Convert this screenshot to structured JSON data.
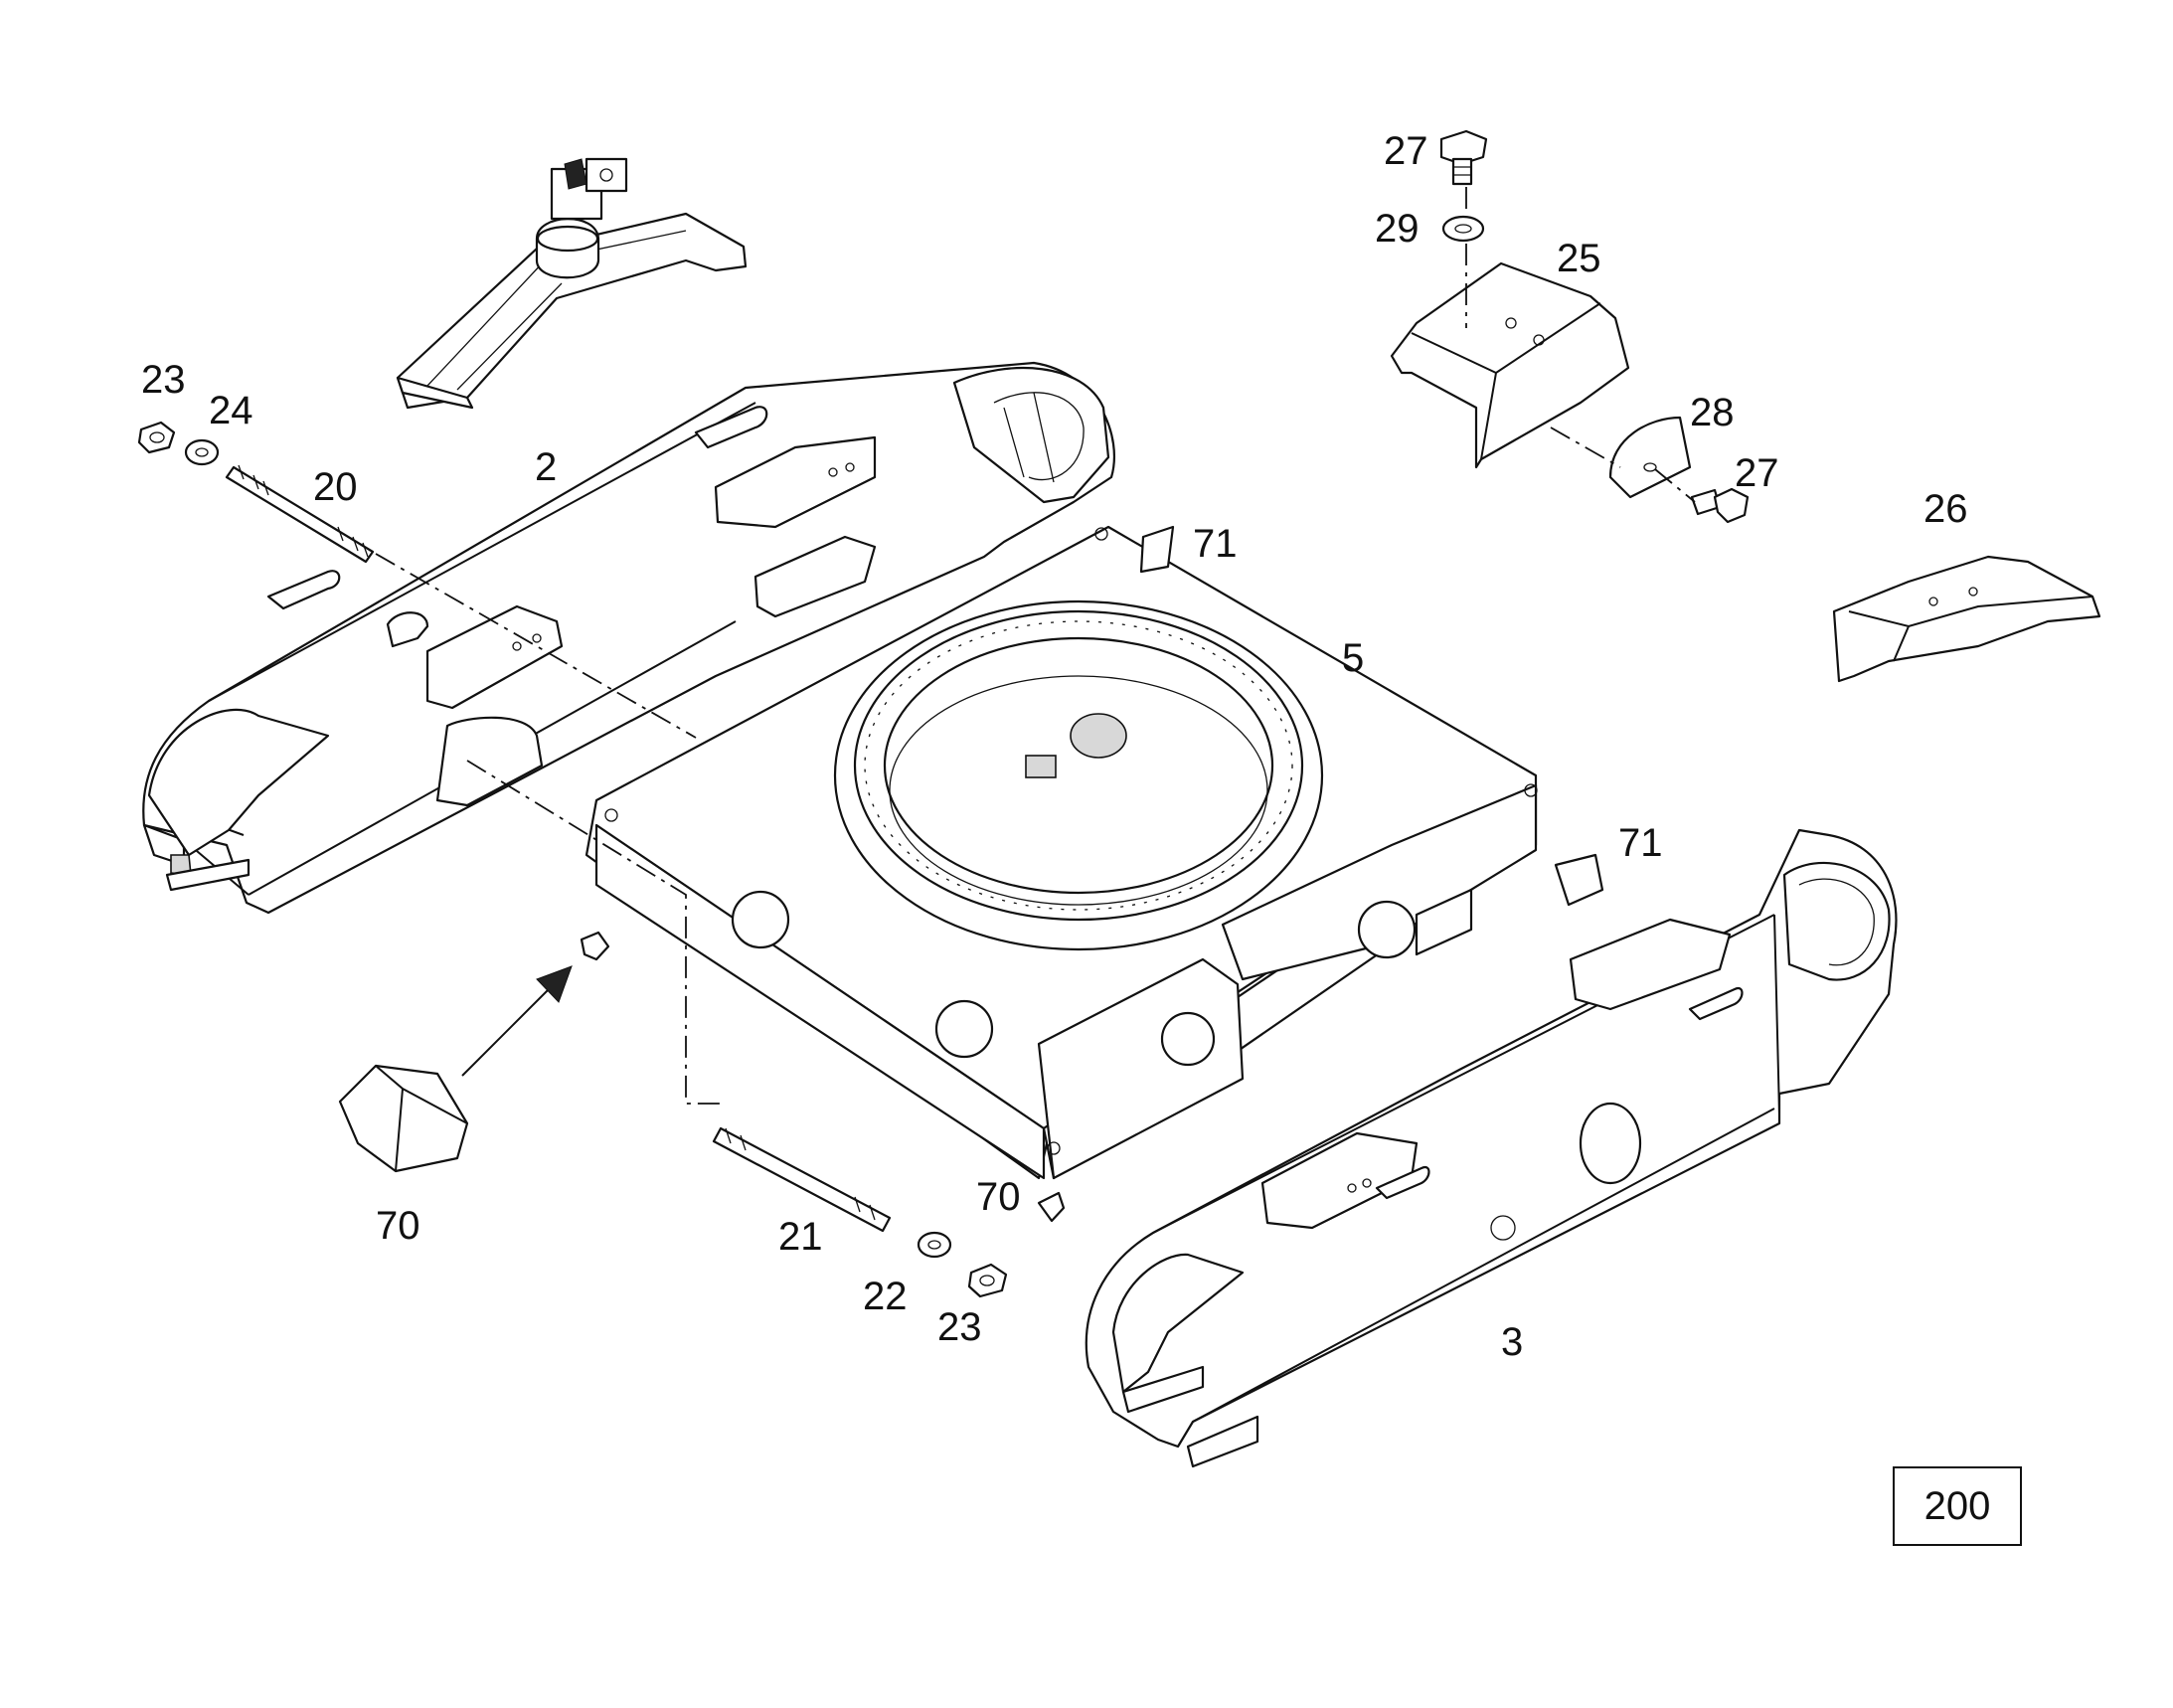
{
  "callouts": {
    "c2": "2",
    "c3": "3",
    "c5": "5",
    "c20": "20",
    "c21": "21",
    "c22": "22",
    "c23a": "23",
    "c23b": "23",
    "c24": "24",
    "c25": "25",
    "c26": "26",
    "c27a": "27",
    "c27b": "27",
    "c28": "28",
    "c29": "29",
    "c70a": "70",
    "c70b": "70",
    "c71a": "71",
    "c71b": "71"
  },
  "page_number": "200"
}
